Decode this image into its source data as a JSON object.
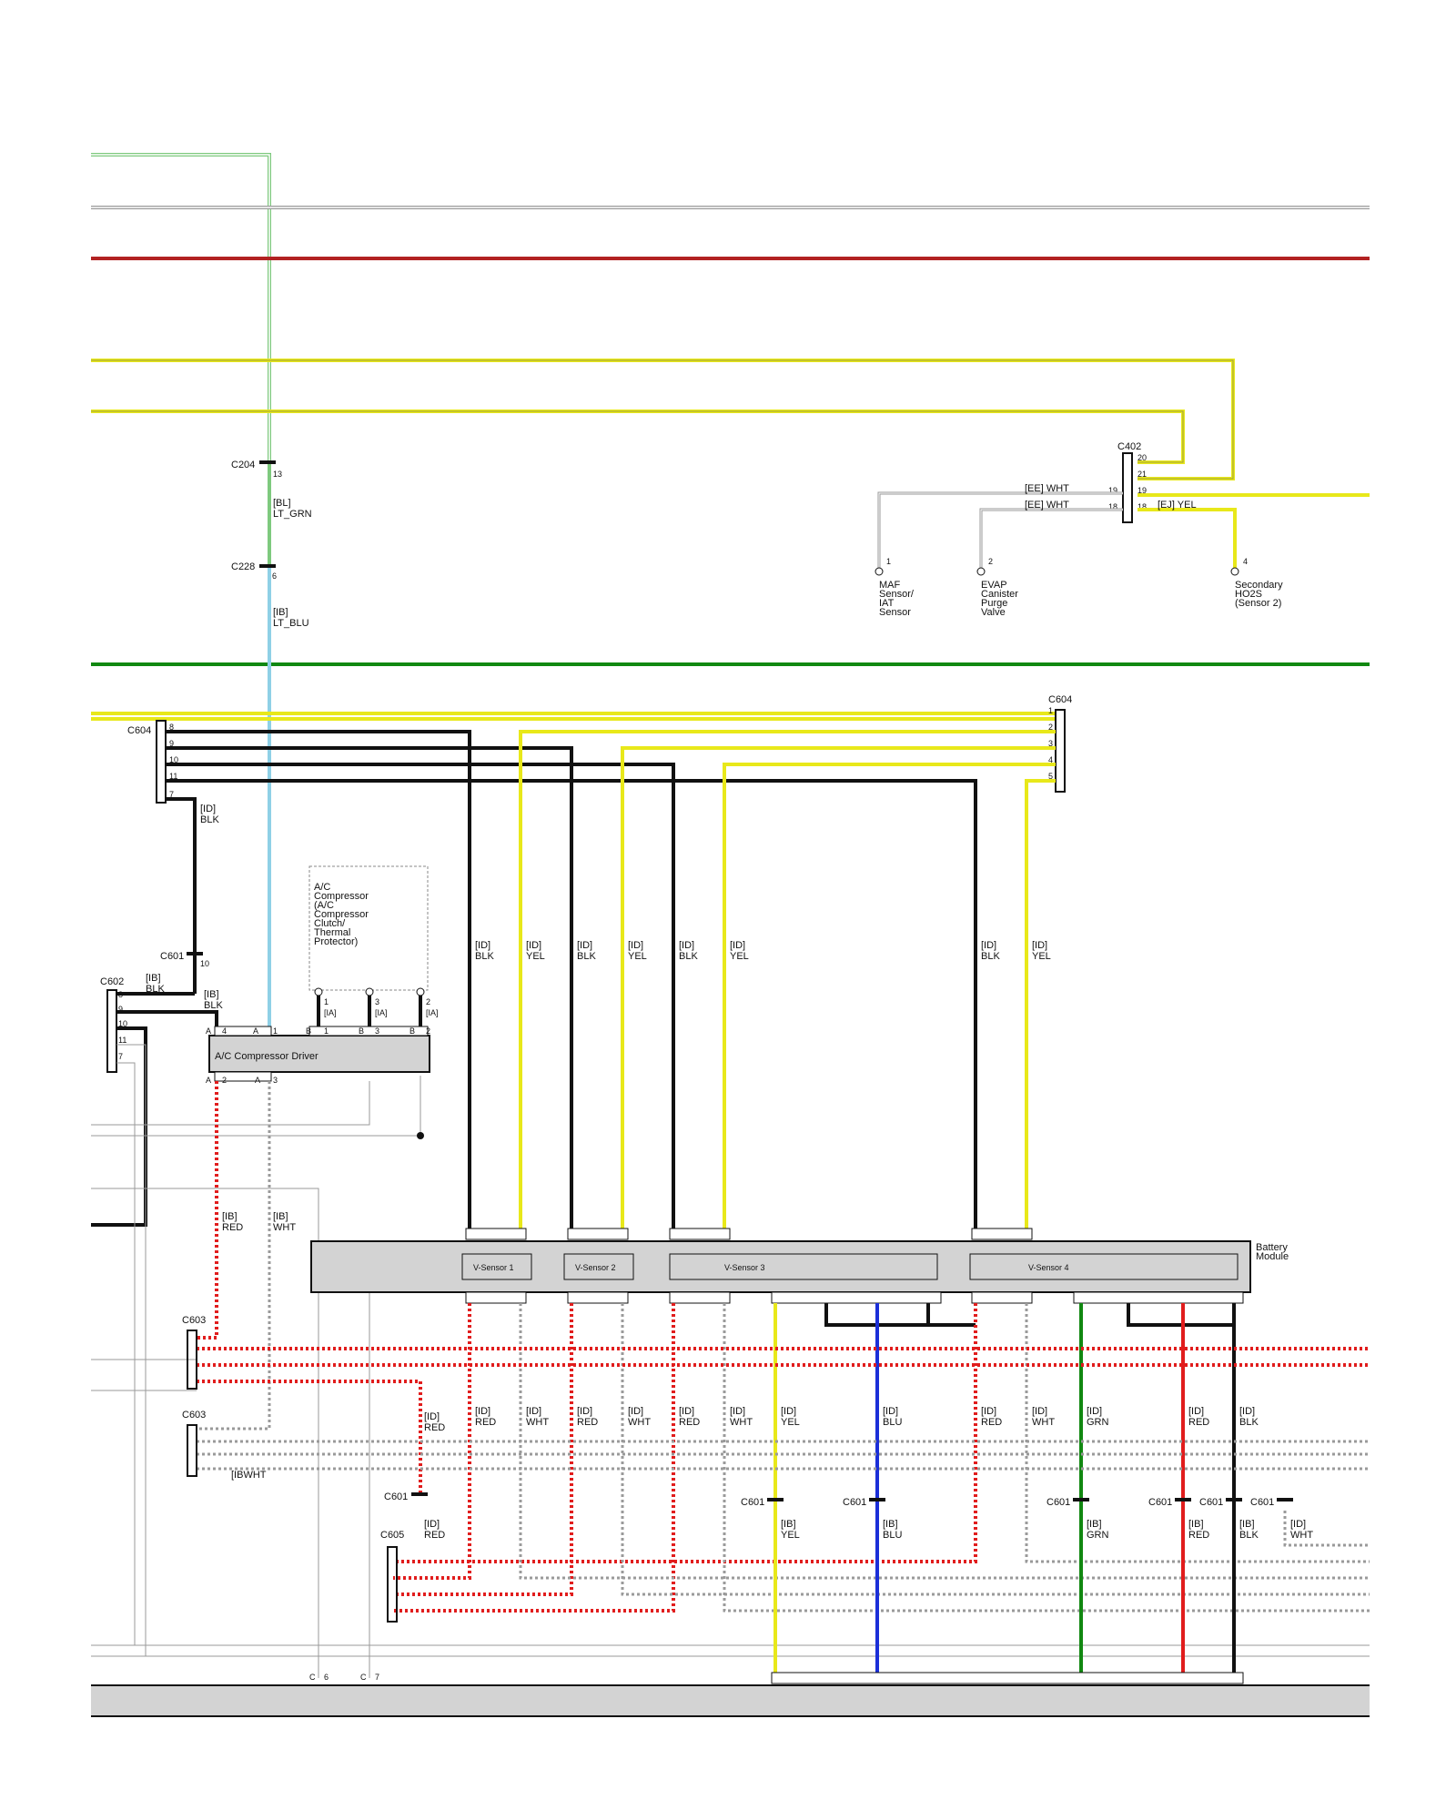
{
  "colors": {
    "black": "#111111",
    "yellow": "#e8e81a",
    "light_green": "#7ec97e",
    "light_blue": "#8fd0e6",
    "red": "#e11d1d",
    "dark_red": "#b22222",
    "green": "#118811",
    "blue": "#1b2fd8",
    "white_wire": "#9a9a9a",
    "module_fill": "#d3d3d3"
  },
  "connectors": {
    "c204": "C204",
    "c204_pin": "13",
    "c228": "C228",
    "c228_pin": "6",
    "c402": "C402",
    "c604_left": "C604",
    "c604_right": "C604",
    "c601": "C601",
    "c601_pin": "10",
    "c602": "C602",
    "c603_a": "C603",
    "c603_b": "C603",
    "c601_14": "C601",
    "c605": "C605",
    "c601_3": "C601",
    "c601_4": "C601",
    "c601_11": "C601",
    "c601_5": "C601",
    "c601_13": "C601",
    "c601_6": "C601"
  },
  "wires": {
    "bl_ltgrn": [
      "[BL]",
      "LT_GRN"
    ],
    "ib_ltblu": [
      "[IB]",
      "LT_BLU"
    ],
    "ee_wht_19": "[EE]  WHT",
    "ee_wht_18": "[EE]  WHT",
    "ej_yel": "[EJ]   YEL",
    "id_blk_7": [
      "[ID]",
      "BLK"
    ],
    "ib_blk_c601": [
      "[IB]",
      "BLK"
    ],
    "ib_blk_a4": [
      "[IB]",
      "BLK"
    ],
    "ib_red": [
      "[IB]",
      "RED"
    ],
    "ib_wht": [
      "[IB]",
      "WHT"
    ],
    "ibwht_4": "[IBWHT",
    "id_red_c601": [
      "[ID]",
      "RED"
    ],
    "id_red_c605": [
      "[ID]",
      "RED"
    ]
  },
  "vertical_labels": [
    [
      "[ID]",
      "BLK"
    ],
    [
      "[ID]",
      "YEL"
    ],
    [
      "[ID]",
      "BLK"
    ],
    [
      "[ID]",
      "YEL"
    ],
    [
      "[ID]",
      "BLK"
    ],
    [
      "[ID]",
      "YEL"
    ],
    [
      "[ID]",
      "BLK"
    ],
    [
      "[ID]",
      "YEL"
    ]
  ],
  "lower_labels": [
    [
      "[ID]",
      "RED"
    ],
    [
      "[ID]",
      "WHT"
    ],
    [
      "[ID]",
      "RED"
    ],
    [
      "[ID]",
      "WHT"
    ],
    [
      "[ID]",
      "RED"
    ],
    [
      "[ID]",
      "WHT"
    ],
    [
      "[ID]",
      "YEL"
    ],
    [
      "[ID]",
      "BLU"
    ],
    [
      "[ID]",
      "RED"
    ],
    [
      "[ID]",
      "WHT"
    ],
    [
      "[ID]",
      "GRN"
    ],
    [
      "[ID]",
      "RED"
    ],
    [
      "[ID]",
      "BLK"
    ]
  ],
  "bottom_labels": [
    [
      "[IB]",
      "YEL"
    ],
    [
      "[IB]",
      "BLU"
    ],
    [
      "[IB]",
      "GRN"
    ],
    [
      "[IB]",
      "RED"
    ],
    [
      "[IB]",
      "BLK"
    ],
    [
      "[ID]",
      "WHT"
    ]
  ],
  "components": {
    "maf": [
      "MAF",
      "Sensor/",
      "IAT",
      "Sensor"
    ],
    "evap": [
      "EVAP",
      "Canister",
      "Purge",
      "Valve"
    ],
    "ho2s": [
      "Secondary",
      "HO2S",
      "(Sensor 2)"
    ],
    "ac_comp": [
      "A/C",
      "Compressor",
      "(A/C",
      "Compressor",
      "Clutch/",
      "Thermal",
      "Protector)"
    ],
    "ac_driver": "A/C Compressor Driver",
    "battery_module": [
      "Battery",
      "Module"
    ],
    "v_sensor_1": "V-Sensor 1",
    "v_sensor_2": "V-Sensor 2",
    "v_sensor_3": "V-Sensor 3",
    "v_sensor_4": "V-Sensor 4"
  }
}
